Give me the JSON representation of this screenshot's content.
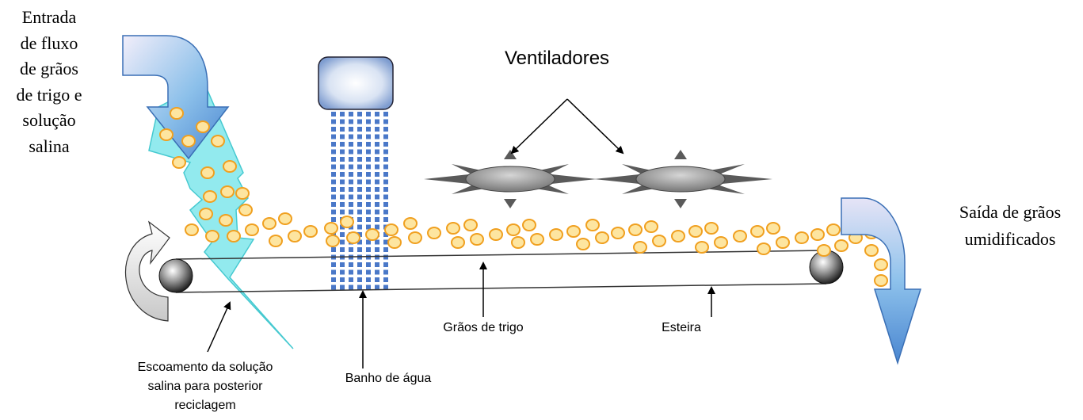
{
  "labels": {
    "inlet": [
      "Entrada",
      "de fluxo",
      "de grãos",
      "de trigo e",
      "solução",
      "salina"
    ],
    "outlet": [
      "Saída de grãos",
      "umidificados"
    ],
    "fans": "Ventiladores",
    "grains": "Grãos de trigo",
    "belt": "Esteira",
    "water_bath": "Banho de água",
    "drain": [
      "Escoamento da solução",
      "salina para posterior",
      "reciclagem"
    ]
  },
  "colors": {
    "inlet_arrow": "#5b9bd5",
    "outlet_arrow": "#5b9bd5",
    "saline_flow": "#7fe7ec",
    "grain_fill": "#fde5a0",
    "grain_stroke": "#f0a020",
    "water_drop": "#4a78c8",
    "fan": "#8c8c8c"
  }
}
